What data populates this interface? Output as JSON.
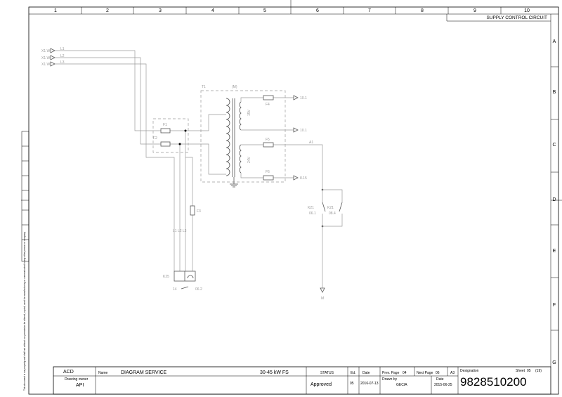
{
  "sheet_title": "SUPPLY CONTROL CIRCUIT",
  "grid": {
    "columns": [
      "1",
      "2",
      "3",
      "4",
      "5",
      "6",
      "7",
      "8",
      "9",
      "10"
    ],
    "rows": [
      "A",
      "B",
      "C",
      "D",
      "E",
      "F",
      "G"
    ]
  },
  "inputs": [
    {
      "ref": "X1 W",
      "label": "L1"
    },
    {
      "ref": "X1 W",
      "label": "L2"
    },
    {
      "ref": "X1 W",
      "label": "L3"
    }
  ],
  "transformer": {
    "ref": "T1",
    "label": "(M)",
    "winding_top": "15V",
    "winding_bottom": "24V"
  },
  "fuses": {
    "f1": "F1",
    "f2": "F2",
    "f3": "F3",
    "f4": "F4",
    "f5": "F5",
    "f6": "F6"
  },
  "outputs": [
    {
      "ref": "10.1"
    },
    {
      "ref": "10.1"
    },
    {
      "ref": "8.15"
    }
  ],
  "wire_mark": "A1",
  "relay": {
    "ref": "K21",
    "contact_a": "06.1",
    "contact_b": "08.4"
  },
  "device": {
    "ref": "K25",
    "contact_ref": "06.2"
  },
  "bottom_term": "M",
  "left_note": "This document is our property and shall not without our permission be altered, copied, used for manufacturing or communicated to any other person or company.",
  "title_block": {
    "company": "ACD",
    "owner_label": "Drawing owner",
    "owner": "API",
    "name_label": "Name",
    "name": "DIAGRAM SERVICE",
    "model": "30-45 kW FS",
    "status_label": "STATUS",
    "status": "Approved",
    "ed_label": "Ed.",
    "ed": "05",
    "date_label": "Date",
    "date": "2016-07-13",
    "prev_label": "Prev. Page",
    "prev": "04",
    "next_label": "Next Page",
    "next": "06",
    "format": "A3",
    "drawn_label": "Drawn by",
    "drawn": "GECIA",
    "date2_label": "Date",
    "date2": "2015-06-25",
    "designation_label": "Designation",
    "designation": "9828510200",
    "sheet_label": "Sheet",
    "sheet": "05",
    "sheets_total": "(19)"
  }
}
